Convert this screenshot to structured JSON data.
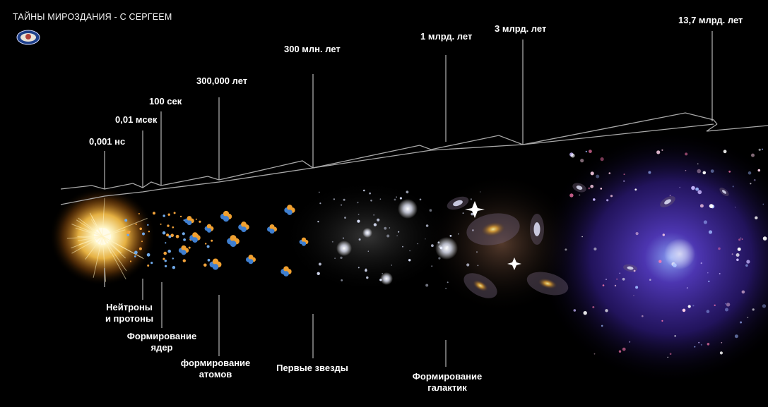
{
  "header": {
    "title": "ТАЙНЫ МИРОЗДАНИЯ -  С СЕРГЕЕМ",
    "logo_icon": "channel-logo-icon"
  },
  "timeline": {
    "time_marks": [
      {
        "label": "0,001 нс"
      },
      {
        "label": "0,01 мсек"
      },
      {
        "label": "100 сек"
      },
      {
        "label": "300,000 лет"
      },
      {
        "label": "300 млн. лет"
      },
      {
        "label": "1 млрд. лет"
      },
      {
        "label": "3 млрд. лет"
      },
      {
        "label": "13,7 млрд. лет"
      }
    ],
    "stages": [
      {
        "line1": "Нейтроны",
        "line2": "и протоны"
      },
      {
        "line1": "Формирование",
        "line2": "ядер"
      },
      {
        "line1": "формирование",
        "line2": "атомов"
      },
      {
        "line1": "Первые звезды",
        "line2": ""
      },
      {
        "line1": "Формирование",
        "line2": "галактик"
      }
    ]
  },
  "colors": {
    "background": "#000000",
    "text": "#ffffff",
    "timeline_line": "#a8a8a8",
    "big_bang": "#ffd86a",
    "universe_glow": "#4a2fa8"
  }
}
